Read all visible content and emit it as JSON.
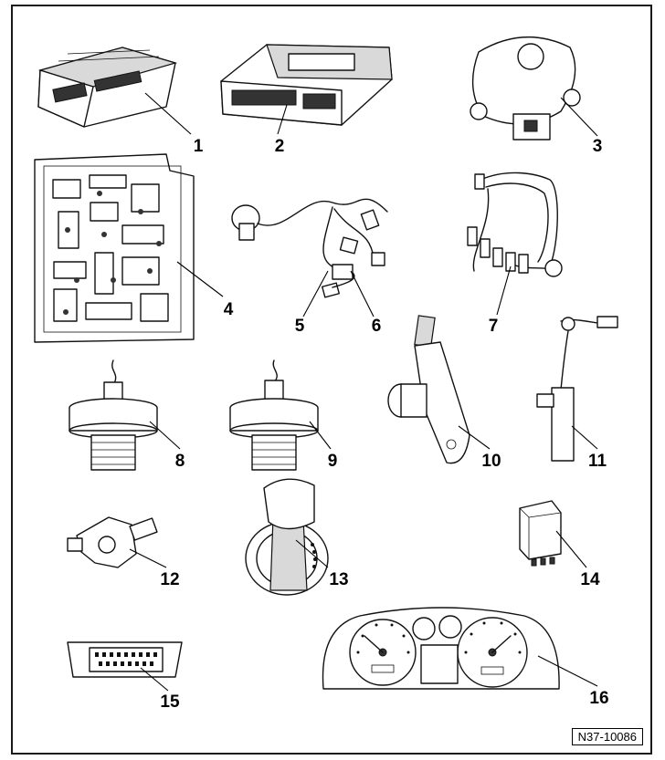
{
  "reference_code": "N37-10086",
  "callouts": [
    "1",
    "2",
    "3",
    "4",
    "5",
    "6",
    "7",
    "8",
    "9",
    "10",
    "11",
    "12",
    "13",
    "14",
    "15",
    "16"
  ]
}
